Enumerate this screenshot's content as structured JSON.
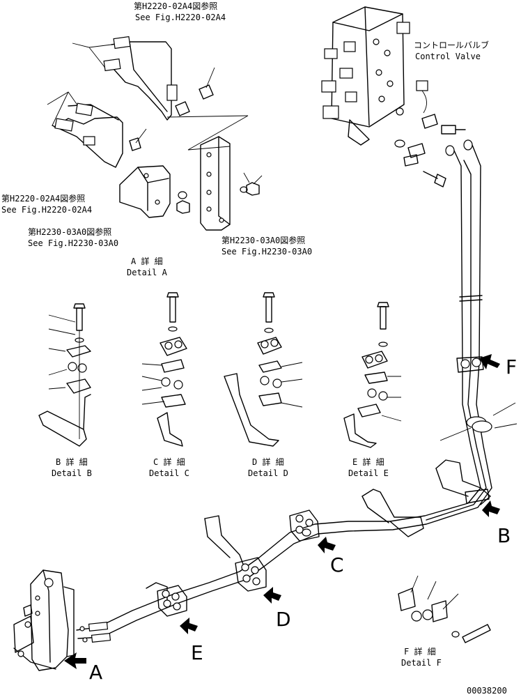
{
  "labels": {
    "fig_ref_top_jp": "第H2220-02A4図参照",
    "fig_ref_top_en": "See Fig.H2220-02A4",
    "control_valve_jp": "コントロールバルブ",
    "control_valve_en": "Control Valve",
    "fig_ref_mid_jp": "第H2220-02A4図参照",
    "fig_ref_mid_en": "See Fig.H2220-02A4",
    "fig_ref_bracket_left_jp": "第H2230-03A0図参照",
    "fig_ref_bracket_left_en": "See Fig.H2230-03A0",
    "fig_ref_bracket_right_jp": "第H2230-03A0図参照",
    "fig_ref_bracket_right_en": "See Fig.H2230-03A0",
    "detail_a_jp": "A 詳 細",
    "detail_a_en": "Detail A",
    "detail_b_jp": "B 詳 細",
    "detail_b_en": "Detail B",
    "detail_c_jp": "C 詳 細",
    "detail_c_en": "Detail C",
    "detail_d_jp": "D 詳 細",
    "detail_d_en": "Detail D",
    "detail_e_jp": "E 詳 細",
    "detail_e_en": "Detail E",
    "detail_f_jp": "F 詳 細",
    "detail_f_en": "Detail F",
    "drawing_number": "00038200"
  },
  "view_letters": {
    "a": "A",
    "b": "B",
    "c": "C",
    "d": "D",
    "e": "E",
    "f": "F"
  }
}
